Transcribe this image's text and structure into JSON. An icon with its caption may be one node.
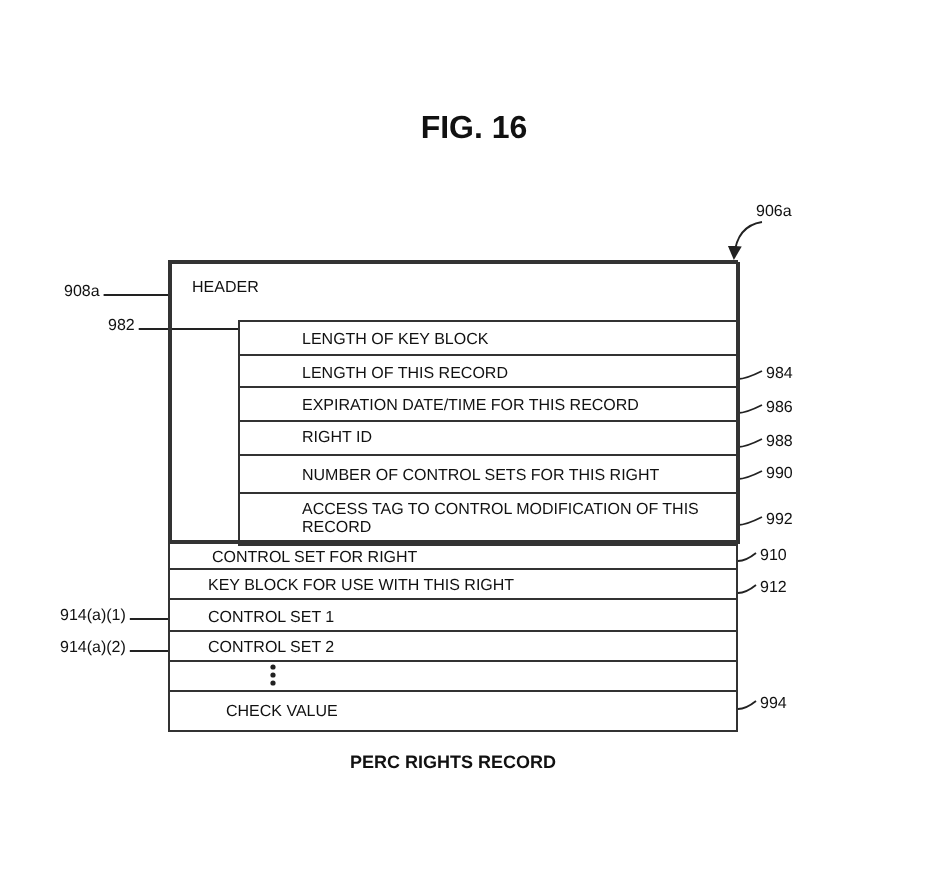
{
  "diagram": {
    "title": "FIG. 16",
    "caption": "PERC RIGHTS RECORD",
    "nodes": [
      {
        "text": [],
        "shape": "box"
      },
      {
        "text": [
          "HEADER"
        ],
        "in": 0
      },
      {
        "text": [],
        "shape": "box",
        "in": 1
      },
      {
        "text": [
          "LENGTH OF KEY BLOCK"
        ],
        "in": 2
      },
      {
        "text": [
          "LENGTH OF THIS RECORD"
        ],
        "in": 2
      },
      {
        "text": [
          "EXPIRATION DATE/TIME FOR THIS RECORD"
        ],
        "in": 2
      },
      {
        "text": [
          "RIGHT ID"
        ],
        "in": 2
      },
      {
        "text": [
          "NUMBER OF CONTROL SETS FOR THIS RIGHT"
        ],
        "in": 2
      },
      {
        "text": [
          "ACCESS TAG TO CONTROL MODIFICATION OF THIS RECORD"
        ],
        "in": 2
      },
      {
        "text": [
          "CONTROL SET FOR RIGHT"
        ],
        "in": 0
      },
      {
        "text": [
          "KEY BLOCK FOR USE WITH THIS RIGHT"
        ],
        "in": 0
      },
      {
        "text": [
          "CONTROL SET 1"
        ],
        "in": 0
      },
      {
        "text": [
          "CONTROL SET 2"
        ],
        "in": 0
      },
      {
        "text": [],
        "shape": "box",
        "in": 0
      },
      {
        "text": [
          "CHECK VALUE"
        ],
        "in": 0
      },
      {
        "text": [
          "906a"
        ]
      },
      {
        "text": [
          "908a"
        ]
      },
      {
        "text": [
          "982"
        ]
      },
      {
        "text": [
          "984"
        ]
      },
      {
        "text": [
          "986"
        ]
      },
      {
        "text": [
          "988"
        ]
      },
      {
        "text": [
          "990"
        ]
      },
      {
        "text": [
          "992"
        ]
      },
      {
        "text": [
          "910"
        ]
      },
      {
        "text": [
          "912"
        ]
      },
      {
        "text": [
          "914(a)(1)"
        ]
      },
      {
        "text": [
          "914(a)(2)"
        ]
      },
      {
        "text": [
          "994"
        ]
      }
    ],
    "edges": [
      {
        "from": 15,
        "to": 0,
        "arrow": "to"
      },
      {
        "from": 16,
        "to": 1,
        "arrow": "none"
      },
      {
        "from": 17,
        "to": 2,
        "arrow": "none"
      },
      {
        "from": 18,
        "to": 4,
        "arrow": "none"
      },
      {
        "from": 19,
        "to": 5,
        "arrow": "none"
      },
      {
        "from": 20,
        "to": 6,
        "arrow": "none"
      },
      {
        "from": 21,
        "to": 7,
        "arrow": "none"
      },
      {
        "from": 22,
        "to": 8,
        "arrow": "none"
      },
      {
        "from": 23,
        "to": 9,
        "arrow": "none"
      },
      {
        "from": 24,
        "to": 10,
        "arrow": "none"
      },
      {
        "from": 25,
        "to": 11,
        "arrow": "none"
      },
      {
        "from": 26,
        "to": 12,
        "arrow": "none"
      },
      {
        "from": 27,
        "to": 14,
        "arrow": "none"
      }
    ]
  }
}
